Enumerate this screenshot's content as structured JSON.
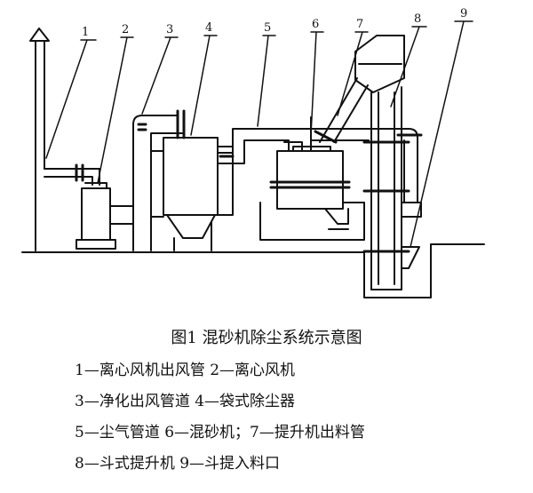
{
  "diagram": {
    "callouts": [
      "1",
      "2",
      "3",
      "4",
      "5",
      "6",
      "7",
      "8",
      "9"
    ]
  },
  "caption": {
    "title": "图1 混砂机除尘系统示意图",
    "legend": [
      "1—离心风机出风管   2—离心风机",
      "3—净化出风管道   4—袋式除尘器",
      "5—尘气管道   6—混砂机；7—提升机出料管",
      "8—斗式提升机   9—斗提入料口"
    ]
  }
}
